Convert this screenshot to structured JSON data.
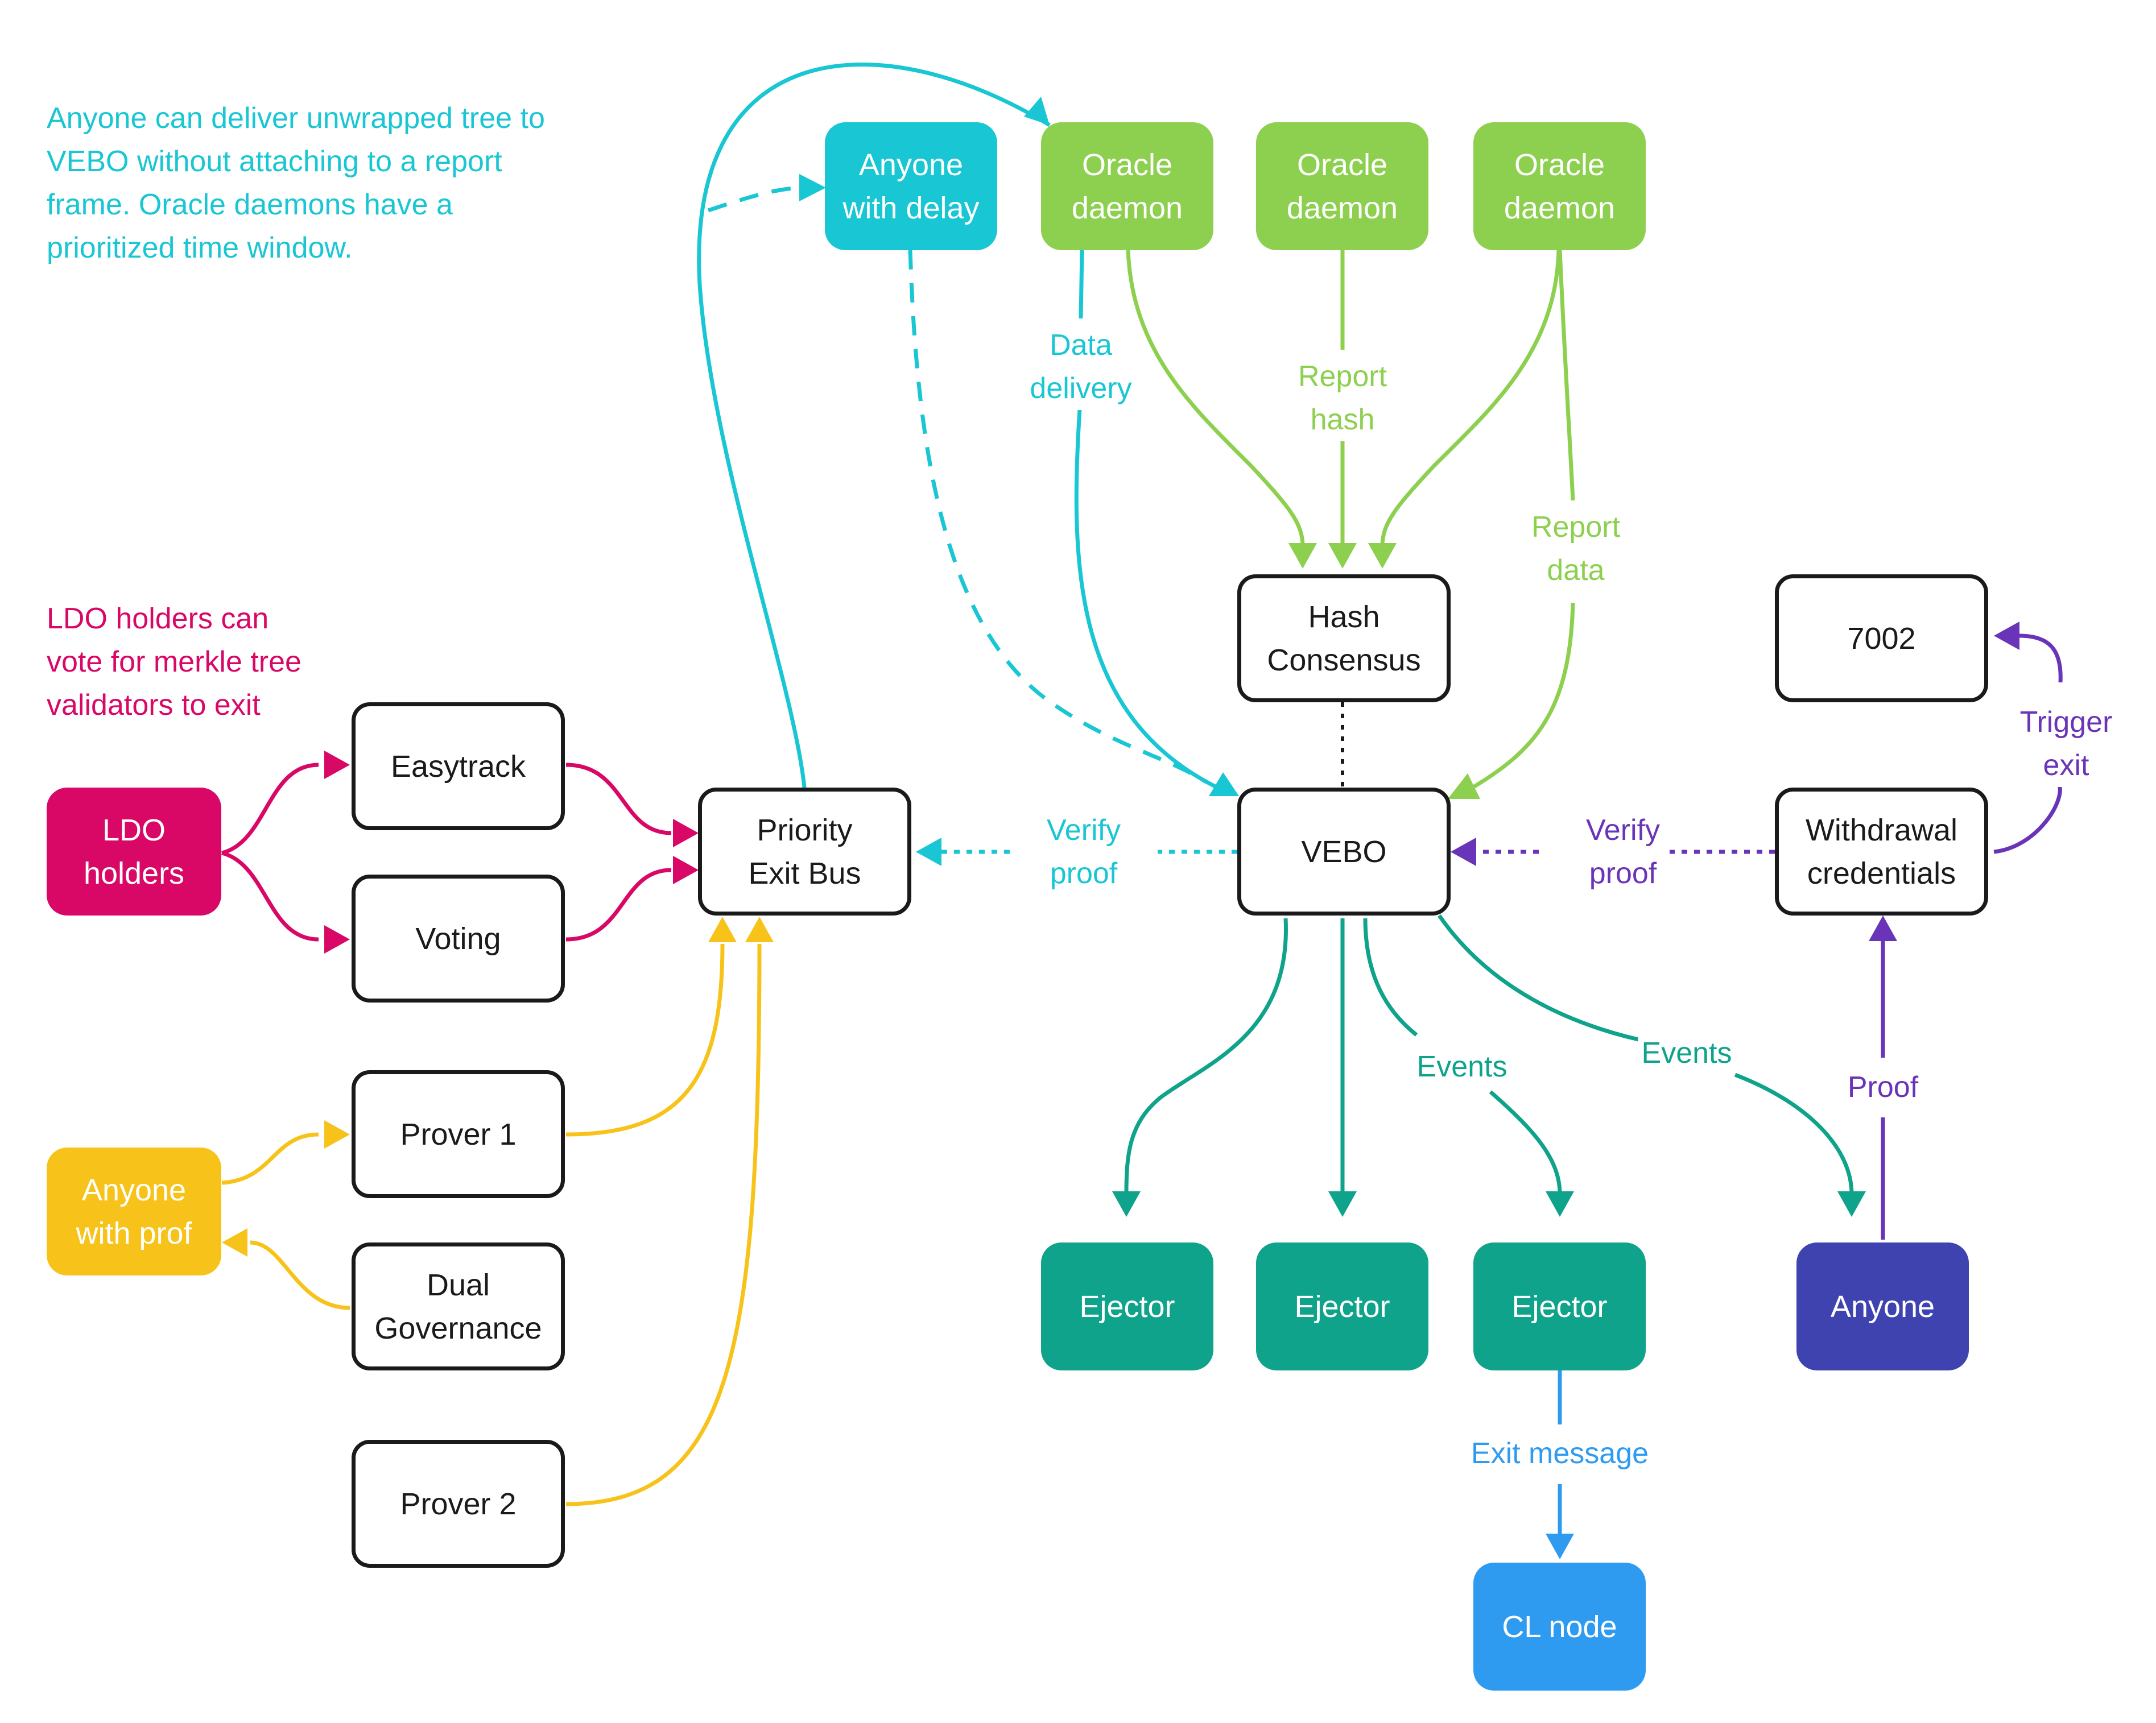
{
  "colors": {
    "cyan": "#19c6d3",
    "green": "#8dd04f",
    "teal": "#0ea38a",
    "magenta": "#d90766",
    "yellow": "#f7c31a",
    "purple": "#6a34b8",
    "indigo": "#3f43b0",
    "blue": "#2f9bf0",
    "dark": "#1a1a1a"
  },
  "notes": {
    "cyan_note": "Anyone can deliver unwrapped tree to\nVEBO without attaching to a report\nframe. Oracle daemons have a\nprioritized time window.",
    "magenta_note": "LDO holders can\nvote for merkle tree\nvalidators to exit"
  },
  "nodes": {
    "anyone_delay": "Anyone\nwith delay",
    "oracle1": "Oracle\ndaemon",
    "oracle2": "Oracle\ndaemon",
    "oracle3": "Oracle\ndaemon",
    "hash_consensus": "Hash\nConsensus",
    "n7002": "7002",
    "ldo_holders": "LDO\nholders",
    "easytrack": "Easytrack",
    "voting": "Voting",
    "priority_exit_bus": "Priority\nExit Bus",
    "vebo": "VEBO",
    "withdrawal_credentials": "Withdrawal\ncredentials",
    "anyone_prof": "Anyone\nwith prof",
    "prover1": "Prover 1",
    "dual_governance": "Dual\nGovernance",
    "prover2": "Prover 2",
    "ejector1": "Ejector",
    "ejector2": "Ejector",
    "ejector3": "Ejector",
    "anyone": "Anyone",
    "cl_node": "CL node"
  },
  "edge_labels": {
    "data_delivery": "Data\ndelivery",
    "report_hash": "Report\nhash",
    "report_data": "Report\ndata",
    "trigger_exit": "Trigger\nexit",
    "verify_proof_left": "Verify\nproof",
    "verify_proof_right": "Verify\nproof",
    "events1": "Events",
    "events2": "Events",
    "proof": "Proof",
    "exit_message": "Exit message"
  }
}
